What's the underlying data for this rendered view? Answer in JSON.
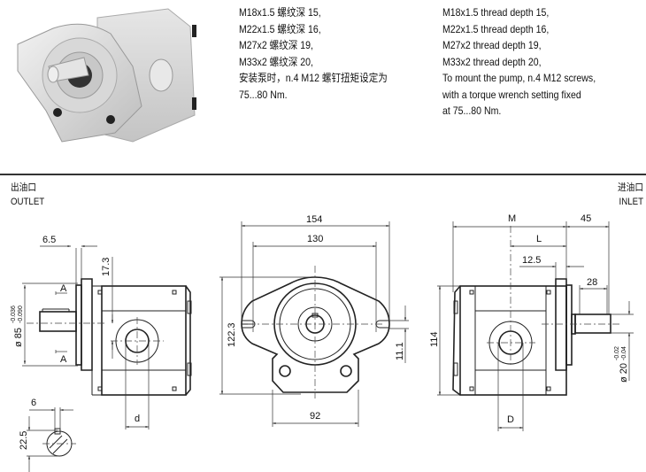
{
  "description_cn": [
    "M18x1.5 螺纹深 15,",
    "M22x1.5 螺纹深 16,",
    "M27x2 螺纹深 19,",
    "M33x2 螺纹深 20,",
    "安装泵时，n.4 M12 螺钉扭矩设定为",
    "75...80 Nm."
  ],
  "description_en": [
    "M18x1.5 thread depth 15,",
    "M22x1.5 thread depth 16,",
    "M27x2 thread depth 19,",
    "M33x2 thread depth 20,",
    "To mount the pump, n.4 M12 screws,",
    "with a torque wrench setting fixed",
    "at 75...80 Nm."
  ],
  "outlet": {
    "cn": "出油口",
    "en": "OUTLET"
  },
  "inlet": {
    "cn": "进油口",
    "en": "INLET"
  },
  "left_view": {
    "dim_flange": "6.5",
    "dim_offset": "17.3",
    "dim_pilot": "ø 85",
    "pilot_tol_upper": "-0.036",
    "pilot_tol_lower": "-0.090",
    "section_mark": "A",
    "dim_port": "d",
    "key_width": "6",
    "key_height": "22.5"
  },
  "front_view": {
    "dim_overall": "154",
    "dim_holes": "130",
    "dim_height": "122.3",
    "dim_slot": "11.1",
    "dim_base": "92"
  },
  "right_view": {
    "dim_body": "M",
    "dim_shaft_len": "45",
    "dim_port_pos": "L",
    "dim_flange": "12.5",
    "dim_key": "28",
    "dim_height": "114",
    "dim_shaft": "ø 20",
    "shaft_tol_upper": "-0.02",
    "shaft_tol_lower": "-0.04",
    "dim_port": "D"
  }
}
